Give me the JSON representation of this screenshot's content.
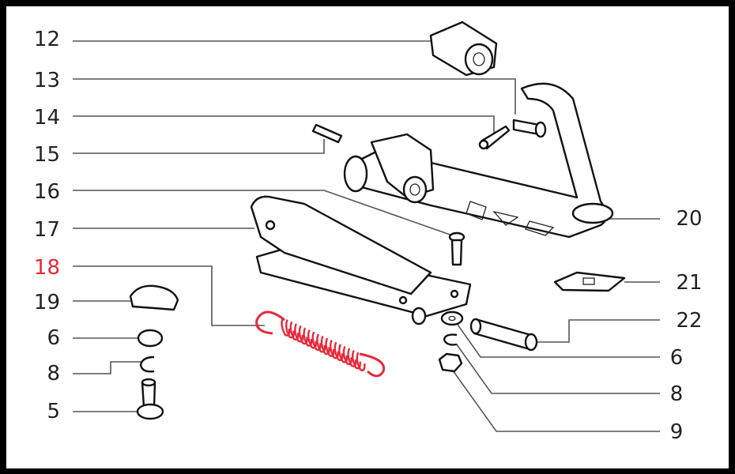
{
  "diagram": {
    "highlight_color": "#e8283a",
    "left_labels": [
      "12",
      "13",
      "14",
      "15",
      "16",
      "17",
      "18",
      "19",
      "6",
      "8",
      "5"
    ],
    "right_labels": [
      "20",
      "21",
      "22",
      "6",
      "8",
      "9"
    ],
    "highlighted_label": "18"
  }
}
